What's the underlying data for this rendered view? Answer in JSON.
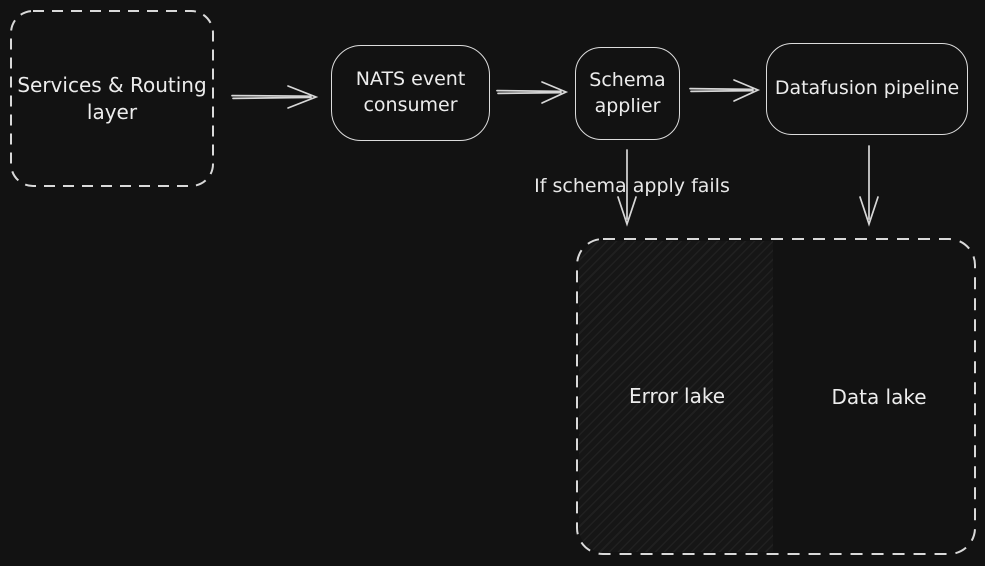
{
  "diagram": {
    "background_color": "#121212",
    "stroke_color": "#dcdcdc",
    "text_color": "#ececec",
    "hatch_base_color": "#161616",
    "hatch_line_color": "#202020",
    "nodes": {
      "services": {
        "line1": "Services & Routing",
        "line2": "layer",
        "style": "dashed"
      },
      "nats": {
        "line1": "NATS event",
        "line2": "consumer",
        "style": "solid"
      },
      "schema": {
        "line1": "Schema",
        "line2": "applier",
        "style": "solid"
      },
      "datafusion": {
        "label": "Datafusion pipeline",
        "style": "solid"
      }
    },
    "lakes": {
      "container_style": "dashed",
      "error": {
        "label": "Error lake",
        "fill": "diagonal-hatch"
      },
      "data": {
        "label": "Data lake",
        "fill": "none"
      }
    },
    "edge_labels": {
      "schema_fail": "If schema apply fails"
    },
    "connections": [
      {
        "from": "Services & Routing layer",
        "to": "NATS event consumer"
      },
      {
        "from": "NATS event consumer",
        "to": "Schema applier"
      },
      {
        "from": "Schema applier",
        "to": "Datafusion pipeline"
      },
      {
        "from": "Schema applier",
        "to": "Error lake",
        "label": "If schema apply fails"
      },
      {
        "from": "Datafusion pipeline",
        "to": "Data lake"
      }
    ]
  }
}
